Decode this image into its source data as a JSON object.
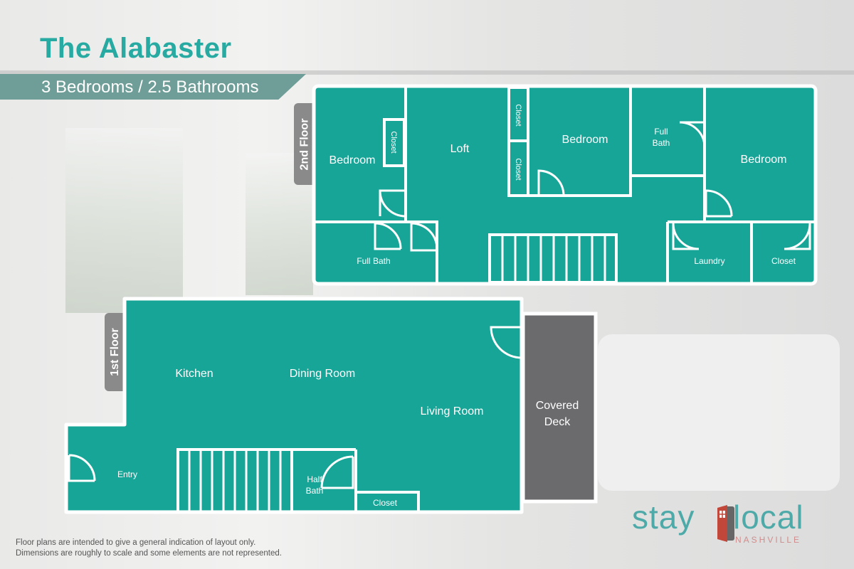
{
  "header": {
    "title": "The Alabaster",
    "subtitle": "3 Bedrooms / 2.5 Bathrooms"
  },
  "floors": {
    "second": {
      "tab": "2nd Floor",
      "rooms": {
        "bedroom_left": "Bedroom",
        "closet_left": "Closet",
        "loft": "Loft",
        "closet_top": "Closet",
        "closet_bottom": "Closet",
        "bedroom_mid": "Bedroom",
        "full_bath_top_1": "Full",
        "full_bath_top_2": "Bath",
        "bedroom_right": "Bedroom",
        "full_bath": "Full Bath",
        "laundry": "Laundry",
        "closet_right": "Closet"
      }
    },
    "first": {
      "tab": "1st Floor",
      "rooms": {
        "kitchen": "Kitchen",
        "dining": "Dining Room",
        "living": "Living Room",
        "deck_1": "Covered",
        "deck_2": "Deck",
        "entry": "Entry",
        "half_bath_1": "Half",
        "half_bath_2": "Bath",
        "closet": "Closet"
      }
    }
  },
  "footer": {
    "line1": "Floor plans are intended to give a general indication of layout only.",
    "line2": "Dimensions are roughly to scale and some elements are not represented."
  },
  "logo": {
    "stay": "stay",
    "local": "local",
    "sub": "NASHVILLE"
  },
  "colors": {
    "teal": "#17a597",
    "deck": "#6b6b6e",
    "title": "#27aaa1",
    "band": "#6f9e98"
  }
}
